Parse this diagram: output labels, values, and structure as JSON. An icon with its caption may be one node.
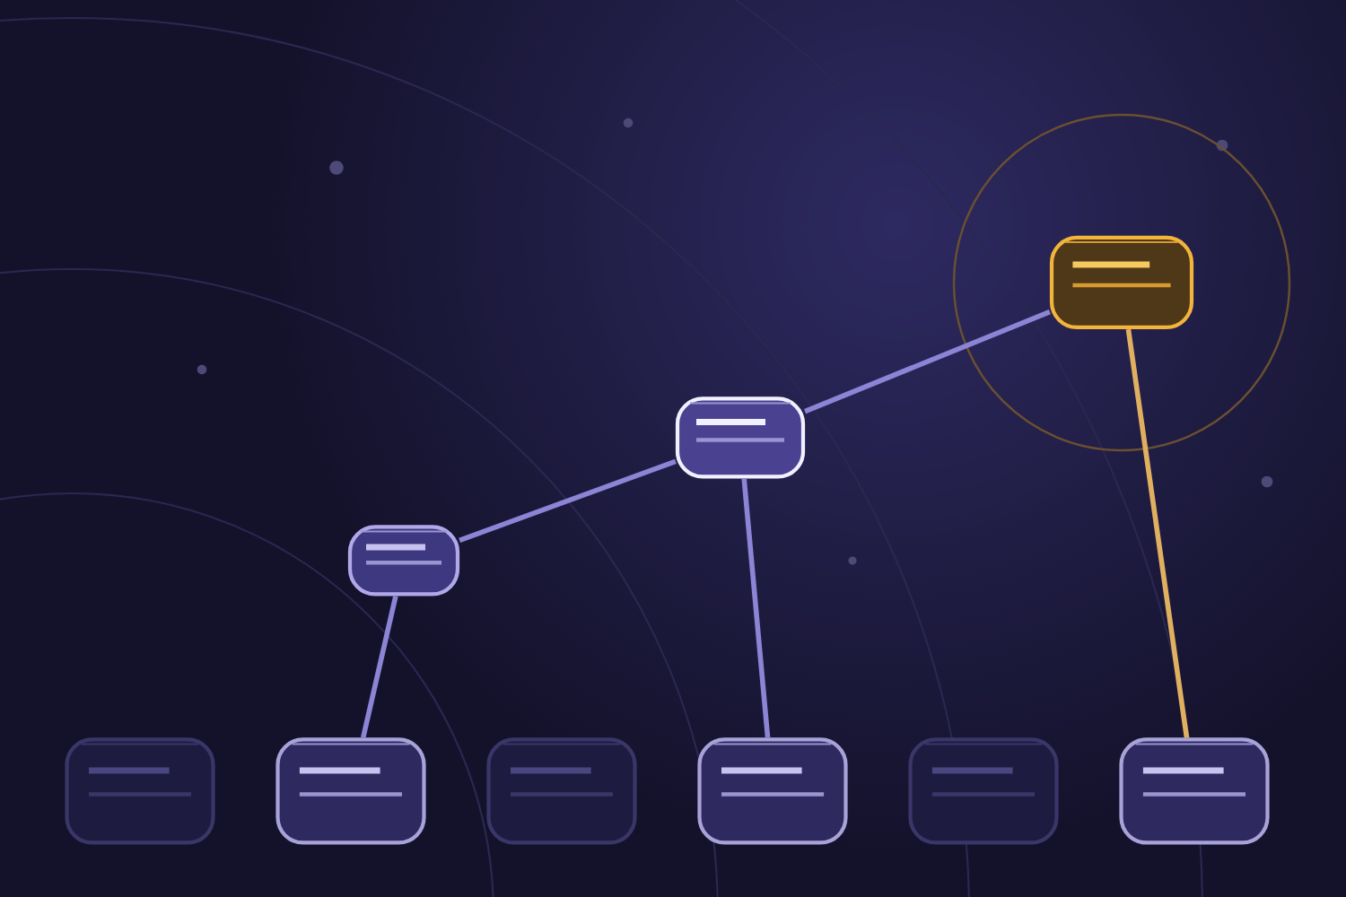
{
  "diagram": {
    "nodes": [
      {
        "text": [],
        "shape": "box"
      },
      {
        "text": [],
        "shape": "box"
      },
      {
        "text": [],
        "shape": "box"
      },
      {
        "text": [],
        "shape": "box"
      },
      {
        "text": [],
        "shape": "box"
      },
      {
        "text": [],
        "shape": "box"
      },
      {
        "text": [],
        "shape": "box"
      },
      {
        "text": [],
        "shape": "box"
      },
      {
        "text": [],
        "shape": "box"
      }
    ],
    "edges": [
      {
        "from": 1,
        "to": 0,
        "arrow": "none"
      },
      {
        "from": 2,
        "to": 1,
        "arrow": "none"
      },
      {
        "from": 2,
        "to": 4,
        "arrow": "none"
      },
      {
        "from": 1,
        "to": 6,
        "arrow": "none"
      },
      {
        "from": 0,
        "to": 8,
        "arrow": "none",
        "color": "#e0b060"
      }
    ]
  }
}
